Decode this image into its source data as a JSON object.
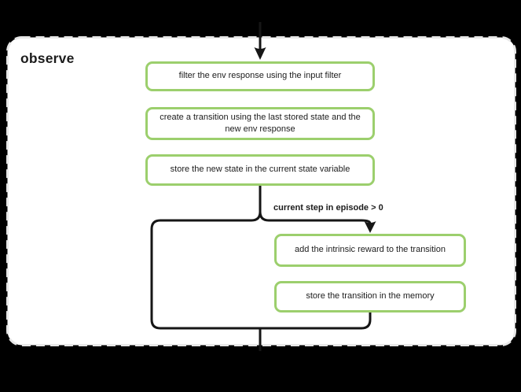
{
  "diagram": {
    "title": "observe",
    "nodes": [
      {
        "id": "filter-env-response",
        "label": "filter the env response using the input filter"
      },
      {
        "id": "create-transition",
        "label": "create a transition using the last stored state and the new env response"
      },
      {
        "id": "store-new-state",
        "label": "store the new state in the current state variable"
      },
      {
        "id": "add-intrinsic-reward",
        "label": "add the intrinsic reward to the transition"
      },
      {
        "id": "store-transition-memory",
        "label": "store the transition in the memory"
      }
    ],
    "edge_label": "current step in episode > 0",
    "colors": {
      "background": "#000000",
      "node_fill": "#ffffff",
      "node_border": "#9CCF6D",
      "connector": "#161616",
      "container_border": "#e7e7e7",
      "text": "#1c1c1c"
    }
  }
}
